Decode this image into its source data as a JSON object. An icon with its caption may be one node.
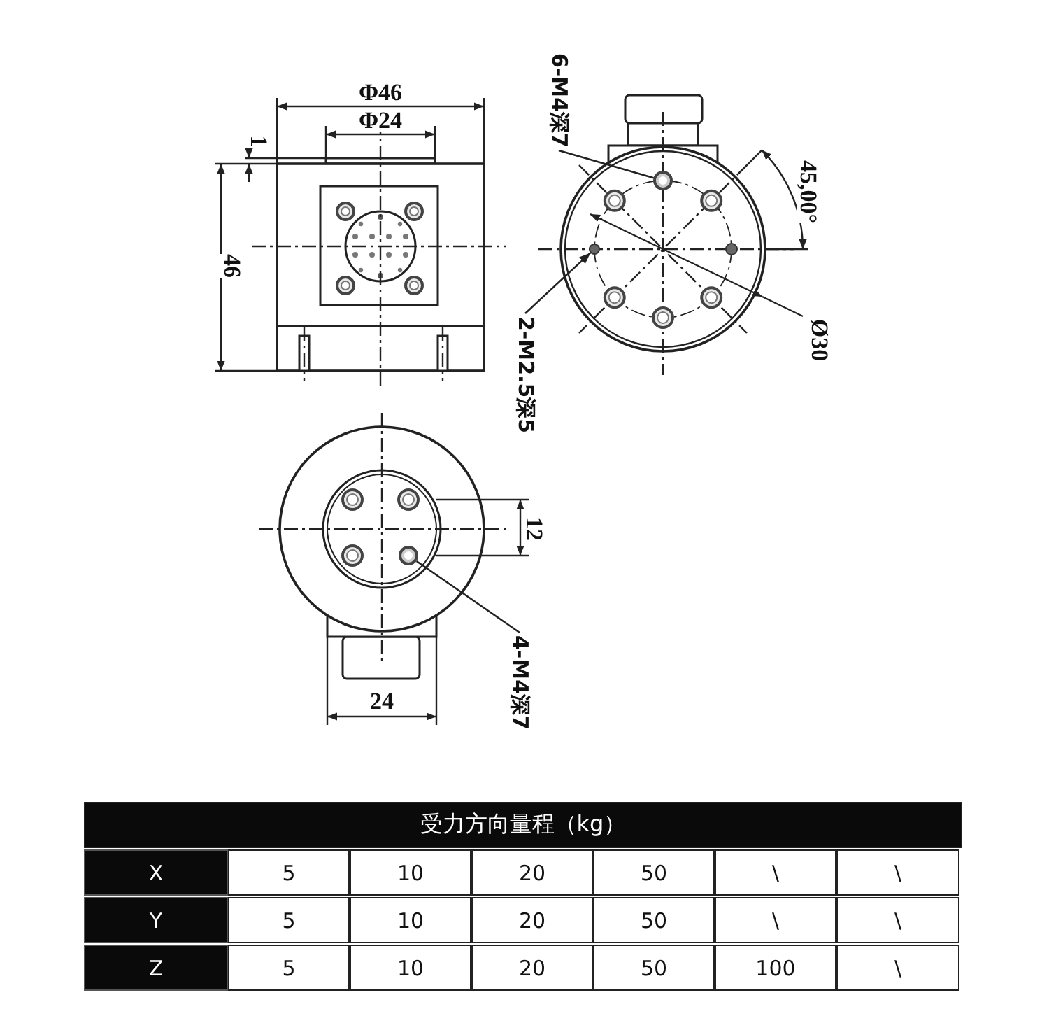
{
  "diagram": {
    "nodes": [
      {
        "text": [
          "6-M4深7"
        ]
      },
      {
        "text": [],
        "shape": "circle"
      },
      {
        "text": [
          "2-M2.5深5"
        ]
      },
      {
        "text": [],
        "shape": "circle"
      },
      {
        "text": [
          "4-M4深7"
        ]
      },
      {
        "text": [],
        "shape": "circle"
      }
    ],
    "edges": [
      {
        "from": 0,
        "to": 1,
        "arrow": "none"
      },
      {
        "from": 2,
        "to": 3,
        "arrow": "to"
      },
      {
        "from": 4,
        "to": 5,
        "arrow": "none"
      }
    ],
    "labels": [
      "Φ46",
      "Φ24",
      "1",
      "46",
      "45,00°",
      "Ø30",
      "12",
      "24",
      "受力方向量程（kg）",
      "X",
      "5",
      "10",
      "20",
      "50",
      "\\",
      "\\",
      "Y",
      "5",
      "10",
      "20",
      "50",
      "\\",
      "\\",
      "Z",
      "5",
      "10",
      "20",
      "50",
      "100",
      "\\"
    ]
  }
}
